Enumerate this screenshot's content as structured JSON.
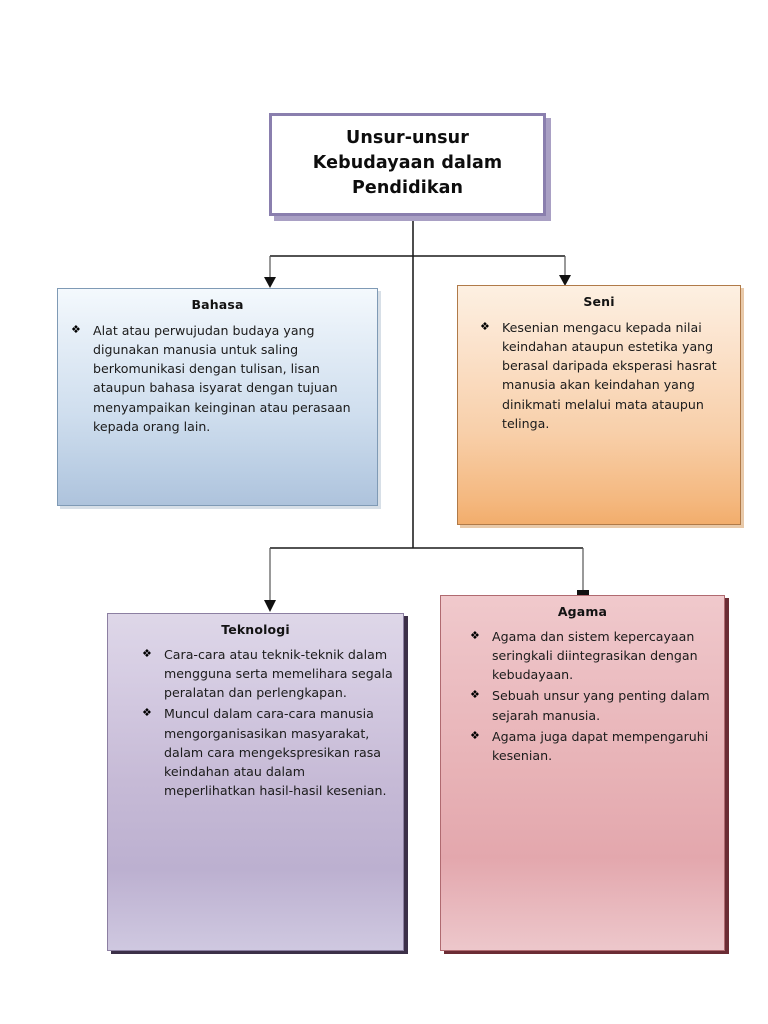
{
  "diagram": {
    "title": {
      "lines": [
        "Unsur-unsur",
        "Kebudayaan dalam",
        "Pendidikan"
      ],
      "full_text": "Unsur-unsur Kebudayaan dalam Pendidikan",
      "border_color": "#8a7fae",
      "fill_color": "#ffffff"
    },
    "bullet_glyph": "❖",
    "nodes": [
      {
        "id": "bahasa",
        "title": "Bahasa",
        "accent_color": "#b7cbe2",
        "border_color": "#7f9ab5",
        "items": [
          "Alat atau perwujudan budaya yang digunakan manusia untuk saling berkomunikasi dengan tulisan, lisan ataupun bahasa isyarat dengan tujuan menyampaikan keinginan atau perasaan kepada orang lain."
        ]
      },
      {
        "id": "seni",
        "title": "Seni",
        "accent_color": "#f4b87f",
        "border_color": "#b07a48",
        "items": [
          "Kesenian mengacu kepada nilai keindahan ataupun estetika yang berasal daripada eksperasi hasrat manusia akan keindahan yang dinikmati melalui mata ataupun telinga."
        ]
      },
      {
        "id": "teknologi",
        "title": "Teknologi",
        "accent_color": "#c6bad6",
        "border_color": "#8c7fa2",
        "items": [
          "Cara-cara atau teknik-teknik dalam mengguna serta memelihara segala peralatan dan perlengkapan.",
          "Muncul dalam cara-cara manusia mengorganisasikan masyarakat, dalam cara mengekspresikan rasa keindahan atau dalam meperlihatkan hasil-hasil kesenian."
        ]
      },
      {
        "id": "agama",
        "title": "Agama",
        "accent_color": "#e8b3b7",
        "border_color": "#b06a70",
        "items": [
          "Agama dan sistem kepercayaan seringkali diintegrasikan dengan kebudayaan.",
          "Sebuah unsur yang penting dalam sejarah manusia.",
          "Agama juga dapat mempengaruhi kesenian."
        ]
      }
    ],
    "connectors": {
      "line_color": "#1a1a1a",
      "description": "Trunk descends from title box, branches horizontally to Bahasa and Seni, then again to Teknologi and Agama"
    }
  }
}
